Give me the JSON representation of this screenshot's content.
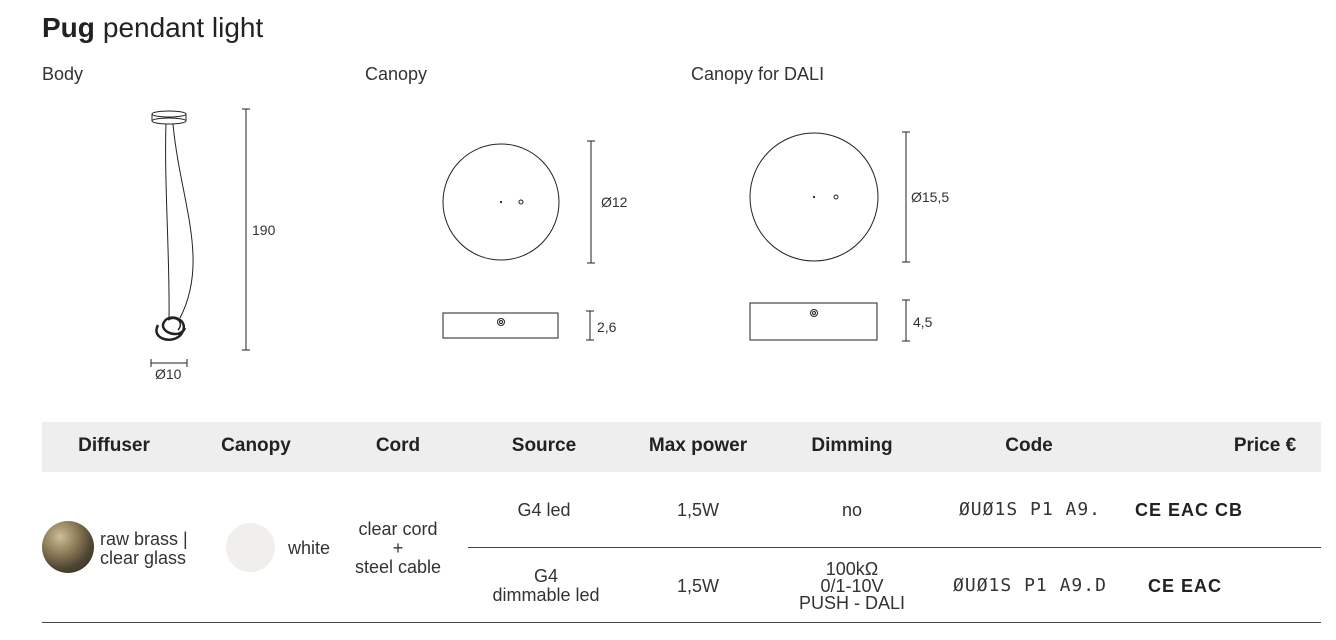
{
  "header": {
    "title_bold": "Pug",
    "title_rest": "pendant light"
  },
  "drawings": {
    "body_label": "Body",
    "canopy_label": "Canopy",
    "canopy_dali_label": "Canopy for DALI",
    "body_height": "190",
    "body_diameter": "Ø10",
    "canopy_diameter": "Ø12",
    "canopy_height": "2,6",
    "dali_diameter": "Ø15,5",
    "dali_height": "4,5"
  },
  "table": {
    "headers": [
      "Diffuser",
      "Canopy",
      "Cord",
      "Source",
      "Max power",
      "Dimming",
      "Code",
      "Price €"
    ],
    "diffuser_line1": "raw brass |",
    "diffuser_line2": "clear glass",
    "canopy_value": "white",
    "cord_line1": "clear cord",
    "cord_line2": "+",
    "cord_line3": "steel cable",
    "rows": [
      {
        "source_line1": "G4 led",
        "source_line2": "",
        "power": "1,5W",
        "dimming_line1": "no",
        "dimming_line2": "",
        "dimming_line3": "",
        "code": "ØUØ1S P1 A9.",
        "marks": "CE EAC CB"
      },
      {
        "source_line1": "G4",
        "source_line2": "dimmable led",
        "power": "1,5W",
        "dimming_line1": "100kΩ",
        "dimming_line2": "0/1-10V",
        "dimming_line3": "PUSH - DALI",
        "code": "ØUØ1S P1 A9.D",
        "marks": "CE EAC"
      }
    ]
  }
}
